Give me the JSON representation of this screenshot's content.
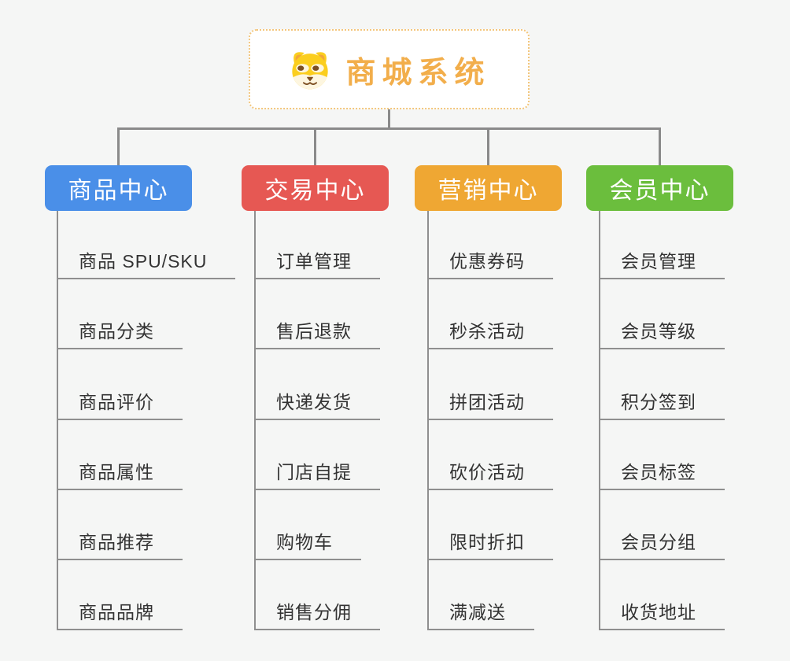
{
  "root": {
    "title": "商城系统",
    "icon": "dog-face-icon",
    "accent_color": "#f2ae4b",
    "border_color": "#f3c67c"
  },
  "branches": [
    {
      "label": "商品中心",
      "color": "#4a8fe8",
      "items": [
        "商品 SPU/SKU",
        "商品分类",
        "商品评价",
        "商品属性",
        "商品推荐",
        "商品品牌"
      ]
    },
    {
      "label": "交易中心",
      "color": "#e65853",
      "items": [
        "订单管理",
        "售后退款",
        "快递发货",
        "门店自提",
        "购物车",
        "销售分佣"
      ]
    },
    {
      "label": "营销中心",
      "color": "#efa733",
      "items": [
        "优惠券码",
        "秒杀活动",
        "拼团活动",
        "砍价活动",
        "限时折扣",
        "满减送"
      ]
    },
    {
      "label": "会员中心",
      "color": "#6bbe3d",
      "items": [
        "会员管理",
        "会员等级",
        "积分签到",
        "会员标签",
        "会员分组",
        "收货地址"
      ]
    }
  ],
  "palette": {
    "background": "#f5f6f5",
    "connector_line": "#8a8a8a",
    "leaf_line": "#8f8f8f",
    "leaf_text": "#333333",
    "header_text": "#ffffff",
    "root_background": "#ffffff"
  }
}
